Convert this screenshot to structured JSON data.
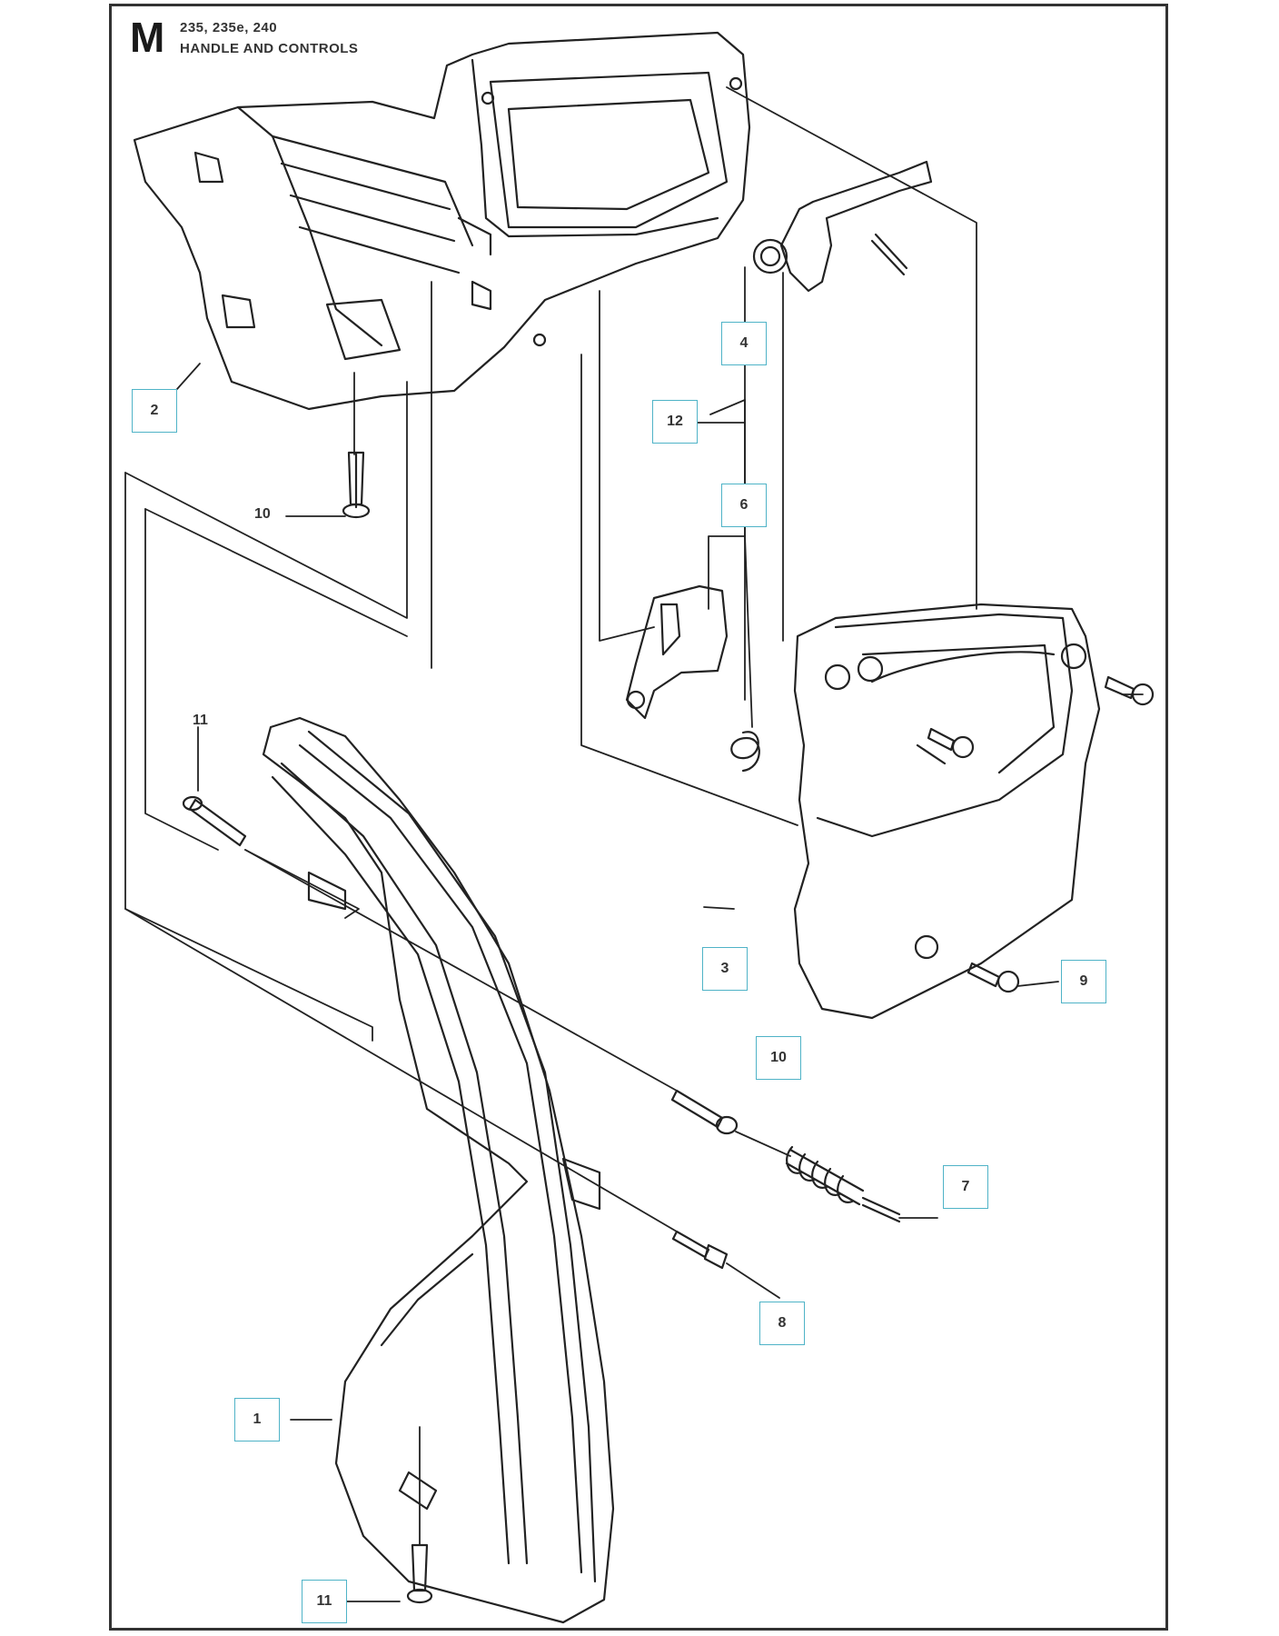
{
  "header": {
    "section_letter": "M",
    "models": "235, 235e, 240",
    "title": "HANDLE AND CONTROLS"
  },
  "callouts": [
    {
      "id": "c2",
      "label": "2"
    },
    {
      "id": "c4",
      "label": "4"
    },
    {
      "id": "c12",
      "label": "12"
    },
    {
      "id": "c6",
      "label": "6"
    },
    {
      "id": "c3",
      "label": "3"
    },
    {
      "id": "c9",
      "label": "9"
    },
    {
      "id": "c10b",
      "label": "10"
    },
    {
      "id": "c7",
      "label": "7"
    },
    {
      "id": "c8",
      "label": "8"
    },
    {
      "id": "c1",
      "label": "1"
    },
    {
      "id": "c11b",
      "label": "11"
    }
  ],
  "plain_labels": [
    {
      "id": "p10",
      "label": "10"
    },
    {
      "id": "p11",
      "label": "11"
    }
  ],
  "colors": {
    "line": "#222222",
    "callout_border": "#4fb3c7",
    "frame": "#333333"
  }
}
